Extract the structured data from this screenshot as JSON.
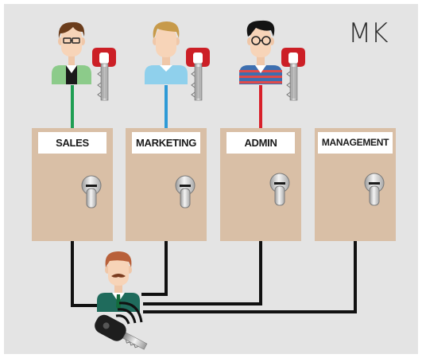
{
  "brand": {
    "label": "MK"
  },
  "doors": [
    {
      "label": "SALES",
      "connector_color": "#1f9e53",
      "person": "employee-brown-hair-icon"
    },
    {
      "label": "MARKETING",
      "connector_color": "#2e9ad6",
      "person": "employee-blonde-icon"
    },
    {
      "label": "ADMIN",
      "connector_color": "#d8202a",
      "person": "employee-glasses-icon"
    },
    {
      "label": "MANAGEMENT",
      "connector_color": "",
      "person": ""
    }
  ],
  "master": {
    "person": "manager-mustache-icon",
    "key": "master-key-icon"
  },
  "colors": {
    "background": "#e4e4e4",
    "door": "#d9bfa6",
    "master_line": "#111111",
    "key_bow": "#cc1f26"
  }
}
